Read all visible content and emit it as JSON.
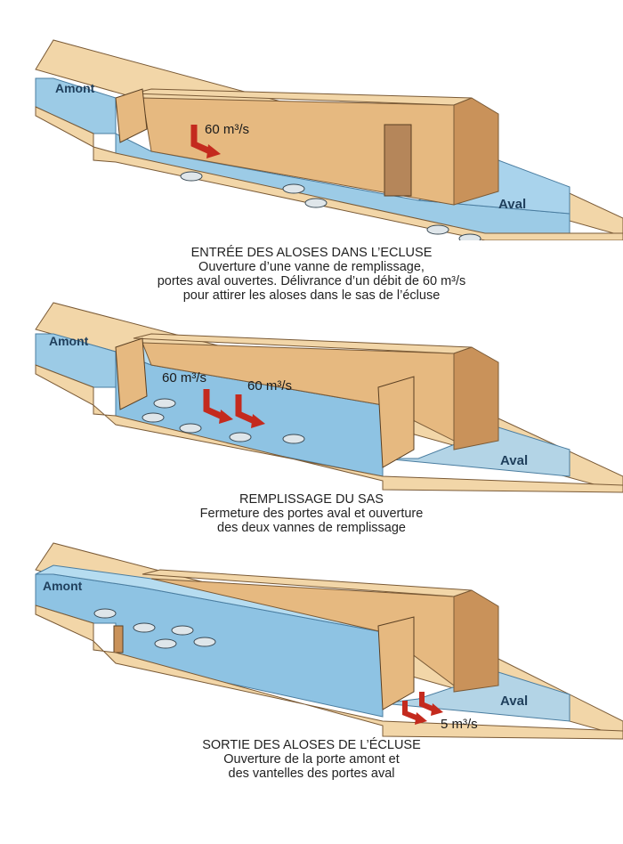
{
  "panels": [
    {
      "upstream_label": "Amont",
      "downstream_label": "Aval",
      "flows": [
        "60 m³/s"
      ],
      "caption": [
        "ENTRÉE DES ALOSES DANS L’ECLUSE",
        "Ouverture d’une vanne de remplissage,",
        "portes aval ouvertes. Délivrance d’un débit de 60 m³/s",
        "pour attirer les aloses dans le sas de l’écluse"
      ]
    },
    {
      "upstream_label": "Amont",
      "downstream_label": "Aval",
      "flows": [
        "60 m³/s",
        "60 m³/s"
      ],
      "caption": [
        "REMPLISSAGE DU SAS",
        "Fermeture des portes aval et ouverture",
        "des deux vannes de remplissage"
      ]
    },
    {
      "upstream_label": "Amont",
      "downstream_label": "Aval",
      "flows": [
        "5 m³/s"
      ],
      "caption": [
        "SORTIE DES ALOSES DE L’ÉCLUSE",
        "Ouverture de la porte amont et",
        "des vantelles des portes aval"
      ]
    }
  ],
  "colors": {
    "concrete_top": "#f2d6a8",
    "concrete_wall": "#e6b980",
    "concrete_dark": "#c9925a",
    "water": "#9ccbe6",
    "water_dark": "#6fa9d2",
    "arrow": "#c42a1e",
    "label": "#1f3f5c"
  }
}
